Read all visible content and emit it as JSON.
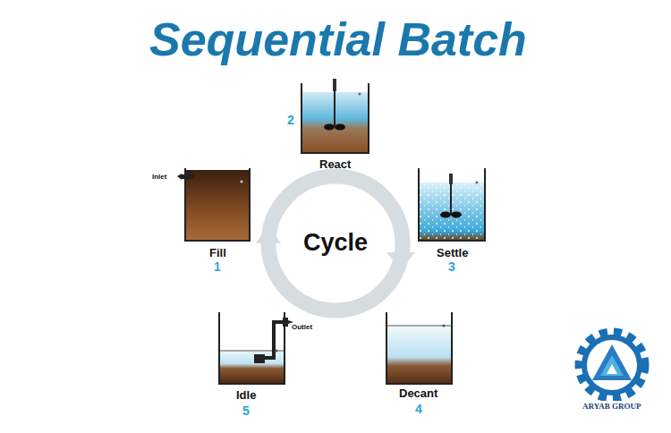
{
  "diagram": {
    "title": "Sequential Batch",
    "nodes": [
      {
        "text": [
          "Fill",
          "1"
        ]
      },
      {
        "text": [
          "React",
          "2"
        ]
      },
      {
        "text": [
          "Settle",
          "3"
        ]
      },
      {
        "text": [
          "Decant",
          "4"
        ]
      },
      {
        "text": [
          "Idle",
          "5"
        ]
      },
      {
        "text": [
          "Cycle"
        ]
      }
    ],
    "labels": [
      "Inlet",
      "Outlet",
      "ARYAB GROUP"
    ]
  }
}
